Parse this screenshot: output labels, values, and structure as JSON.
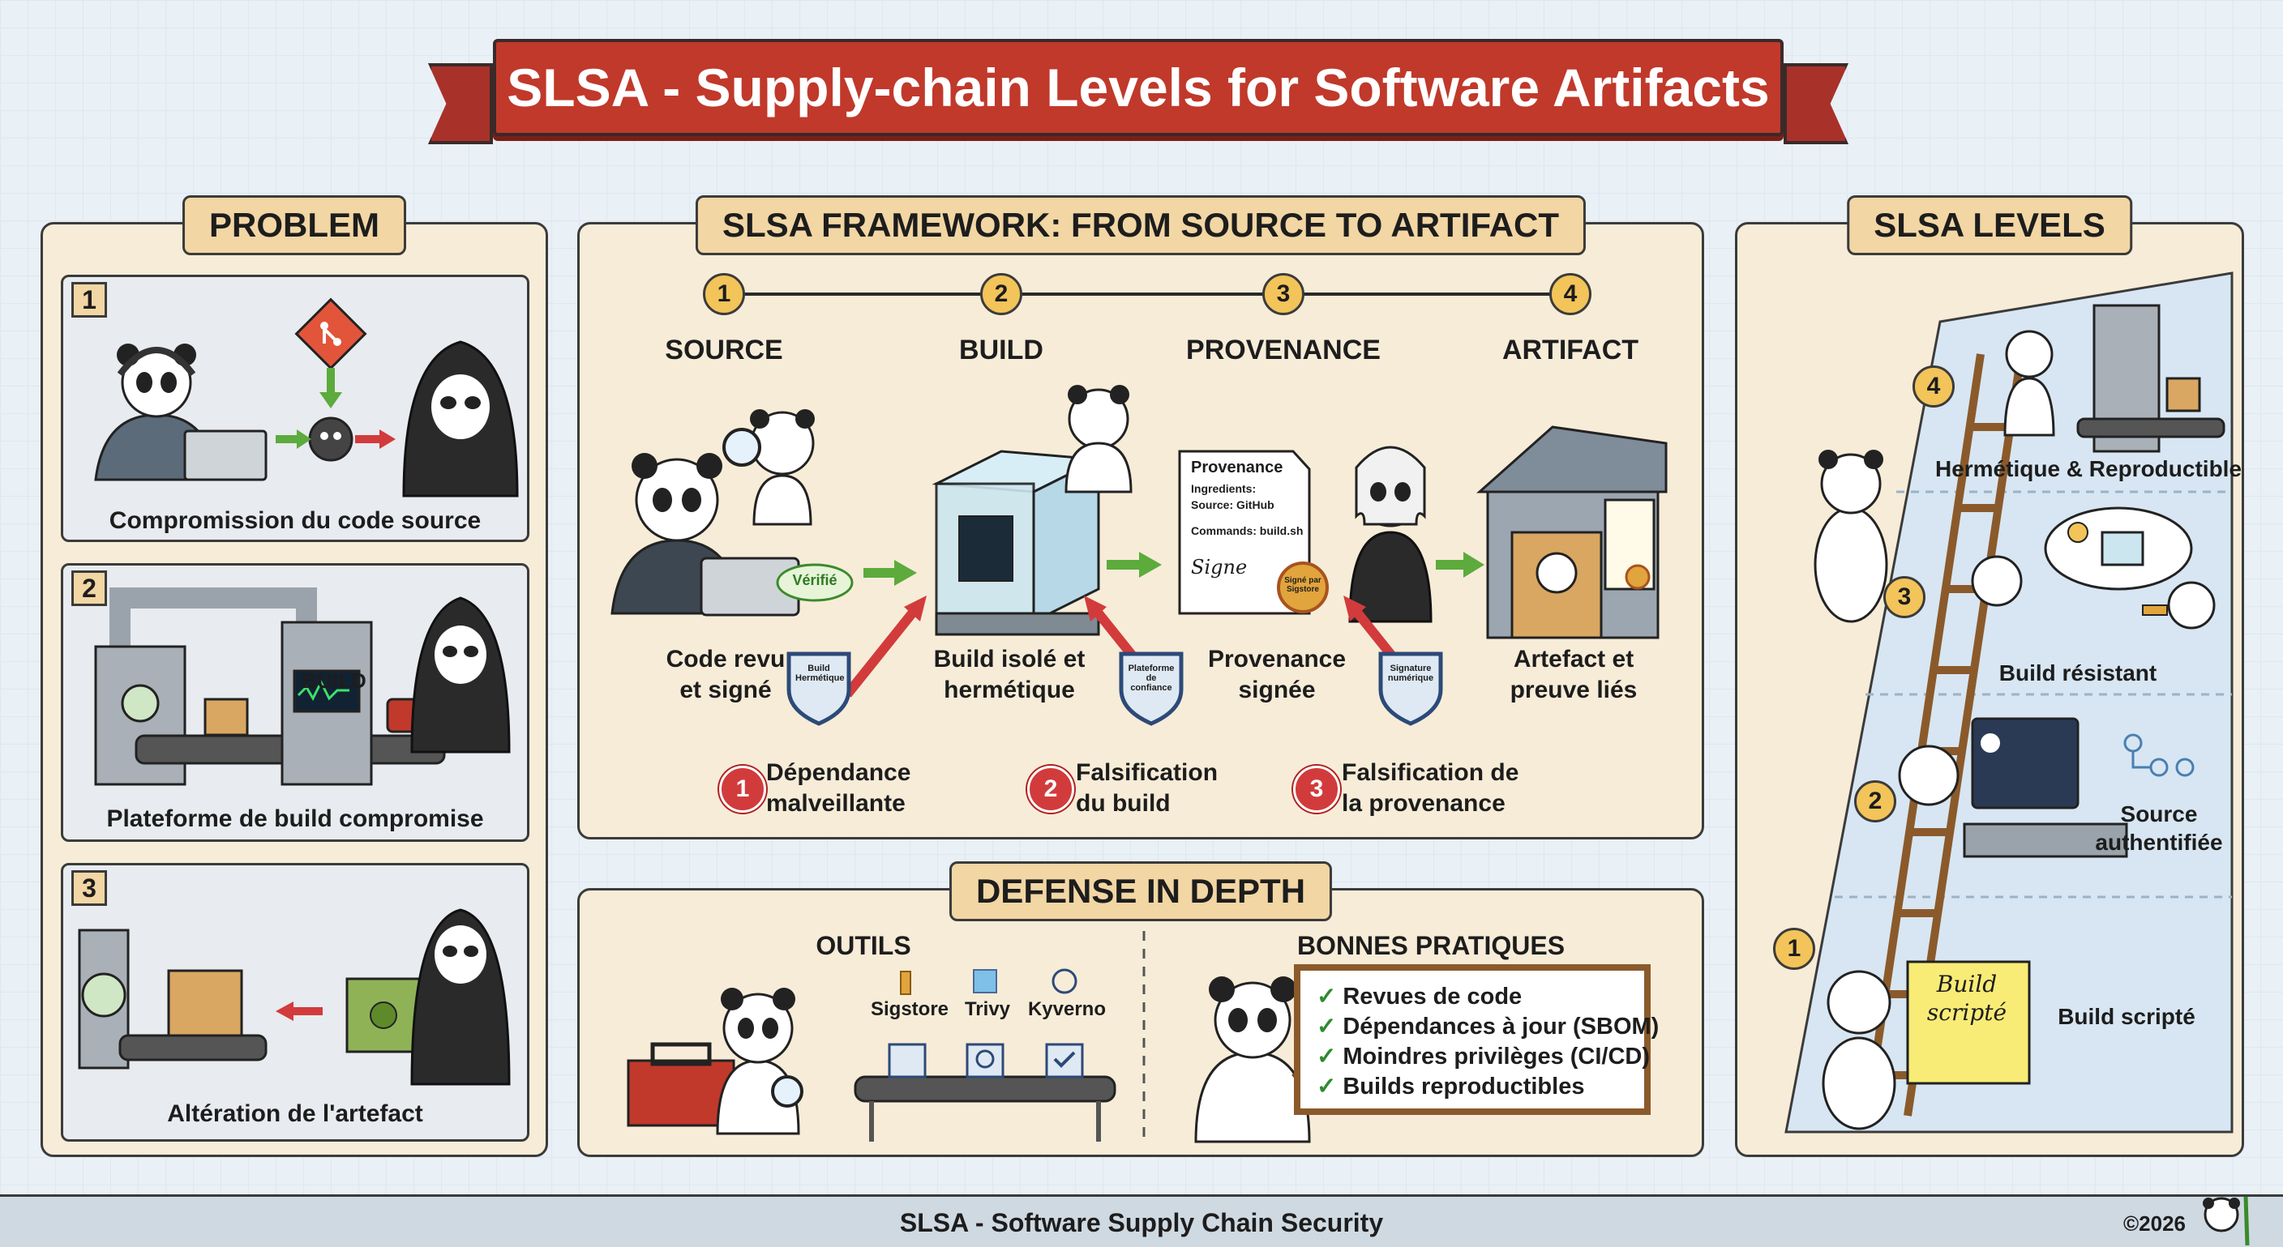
{
  "title": "SLSA - Supply-chain Levels for Software Artifacts",
  "problem": {
    "heading": "PROBLEM",
    "cards": [
      {
        "num": "1",
        "caption": "Compromission du code source"
      },
      {
        "num": "2",
        "caption": "Plateforme de build compromise",
        "machine_label": "BUILD"
      },
      {
        "num": "3",
        "caption": "Altération de l'artefact"
      }
    ]
  },
  "framework": {
    "heading": "SLSA FRAMEWORK: FROM SOURCE TO ARTIFACT",
    "steps": [
      {
        "num": "1",
        "label": "SOURCE",
        "desc": "Code revu\net signé",
        "badge": "Vérifié"
      },
      {
        "num": "2",
        "label": "BUILD",
        "desc": "Build isolé et\nhermétique"
      },
      {
        "num": "3",
        "label": "PROVENANCE",
        "desc": "Provenance\nsignée"
      },
      {
        "num": "4",
        "label": "ARTIFACT",
        "desc": "Artefact et\npreuve liés"
      }
    ],
    "provenance_doc": {
      "title": "Provenance",
      "ingredients": "Ingredients:",
      "source": "Source: GitHub",
      "commands": "Commands: build.sh",
      "signature": "Signe",
      "seal": "Signé par Sigstore"
    },
    "shields": [
      {
        "label": "Build Hermétique"
      },
      {
        "label": "Plateforme de confiance"
      },
      {
        "label": "Signature numérique"
      }
    ],
    "threats": [
      {
        "num": "1",
        "label": "Dépendance\nmalveillante"
      },
      {
        "num": "2",
        "label": "Falsification\ndu build"
      },
      {
        "num": "3",
        "label": "Falsification de\nla provenance"
      }
    ]
  },
  "defense": {
    "heading": "DEFENSE IN DEPTH",
    "tools_heading": "OUTILS",
    "tools": [
      "Sigstore",
      "Trivy",
      "Kyverno"
    ],
    "practices_heading": "BONNES PRATIQUES",
    "practices": [
      "Revues de code",
      "Dépendances à jour (SBOM)",
      "Moindres privilèges (CI/CD)",
      "Builds reproductibles"
    ]
  },
  "levels": {
    "heading": "SLSA LEVELS",
    "items": [
      {
        "num": "4",
        "label": "Hermétique & Reproductible"
      },
      {
        "num": "3",
        "label": "Build résistant"
      },
      {
        "num": "2",
        "label": "Source\nauthentifiée"
      },
      {
        "num": "1",
        "label": "Build scripté",
        "note": "Build\nscripté"
      }
    ]
  },
  "footer": {
    "text": "SLSA - Software Supply Chain Security",
    "copyright": "©2026"
  },
  "colors": {
    "banner": "#c0392b",
    "panel": "#f7ecd8",
    "tag": "#f2d6a4",
    "arrow_green": "#5cab3c",
    "arrow_red": "#d23b3b",
    "step": "#f2c45a"
  }
}
